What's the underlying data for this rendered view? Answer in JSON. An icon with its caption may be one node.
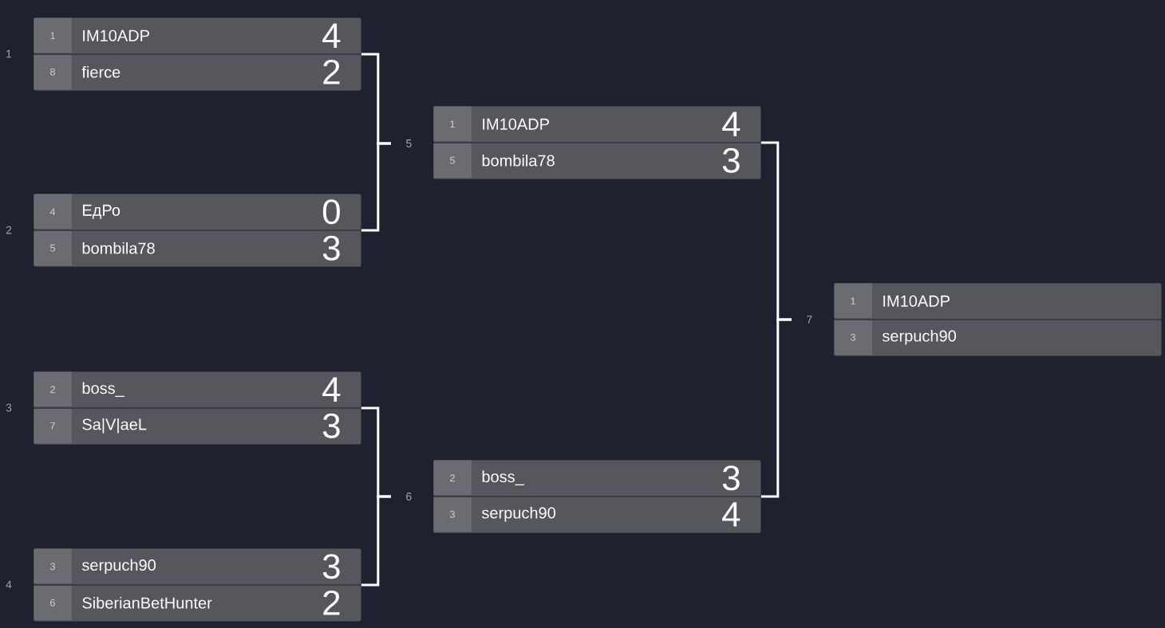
{
  "diagram": {
    "nodes": [
      {
        "text": [],
        "shape": "box",
        "beside": [
          "1"
        ]
      },
      {
        "text": [
          "1",
          "IM10ADP",
          "4"
        ],
        "in": 0
      },
      {
        "text": [
          "8",
          "fierce",
          "2"
        ],
        "in": 0
      },
      {
        "text": [],
        "shape": "box",
        "beside": [
          "2"
        ]
      },
      {
        "text": [
          "4",
          "ЕдРо",
          "0"
        ],
        "in": 3
      },
      {
        "text": [
          "5",
          "bombila78",
          "3"
        ],
        "in": 3
      },
      {
        "text": [],
        "shape": "box",
        "beside": [
          "3"
        ]
      },
      {
        "text": [
          "2",
          "boss_",
          "4"
        ],
        "in": 6
      },
      {
        "text": [
          "7",
          "Sa|V|aeL",
          "3"
        ],
        "in": 6
      },
      {
        "text": [],
        "shape": "box",
        "beside": [
          "4"
        ]
      },
      {
        "text": [
          "3",
          "serpuch90",
          "3"
        ],
        "in": 9
      },
      {
        "text": [
          "6",
          "SiberianBetHunter",
          "2"
        ],
        "in": 9
      },
      {
        "text": [],
        "shape": "box"
      },
      {
        "text": [
          "1",
          "IM10ADP",
          "4"
        ],
        "in": 12
      },
      {
        "text": [
          "5",
          "bombila78",
          "3"
        ],
        "in": 12
      },
      {
        "text": [],
        "shape": "box"
      },
      {
        "text": [
          "2",
          "boss_",
          "3"
        ],
        "in": 15
      },
      {
        "text": [
          "3",
          "serpuch90",
          "4"
        ],
        "in": 15
      },
      {
        "text": [],
        "shape": "box"
      },
      {
        "text": [
          "1",
          "IM10ADP"
        ],
        "in": 18
      },
      {
        "text": [
          "3",
          "serpuch90"
        ],
        "in": 18
      },
      {
        "text": [
          "5"
        ]
      },
      {
        "text": [
          "6"
        ]
      },
      {
        "text": [
          "7"
        ]
      }
    ],
    "edges": [
      {
        "from": 0,
        "to": 21,
        "arrow": "none"
      },
      {
        "from": 3,
        "to": 21,
        "arrow": "none"
      },
      {
        "from": 6,
        "to": 22,
        "arrow": "none"
      },
      {
        "from": 9,
        "to": 22,
        "arrow": "none"
      },
      {
        "from": 12,
        "to": 23,
        "arrow": "none"
      },
      {
        "from": 15,
        "to": 23,
        "arrow": "none"
      }
    ]
  }
}
